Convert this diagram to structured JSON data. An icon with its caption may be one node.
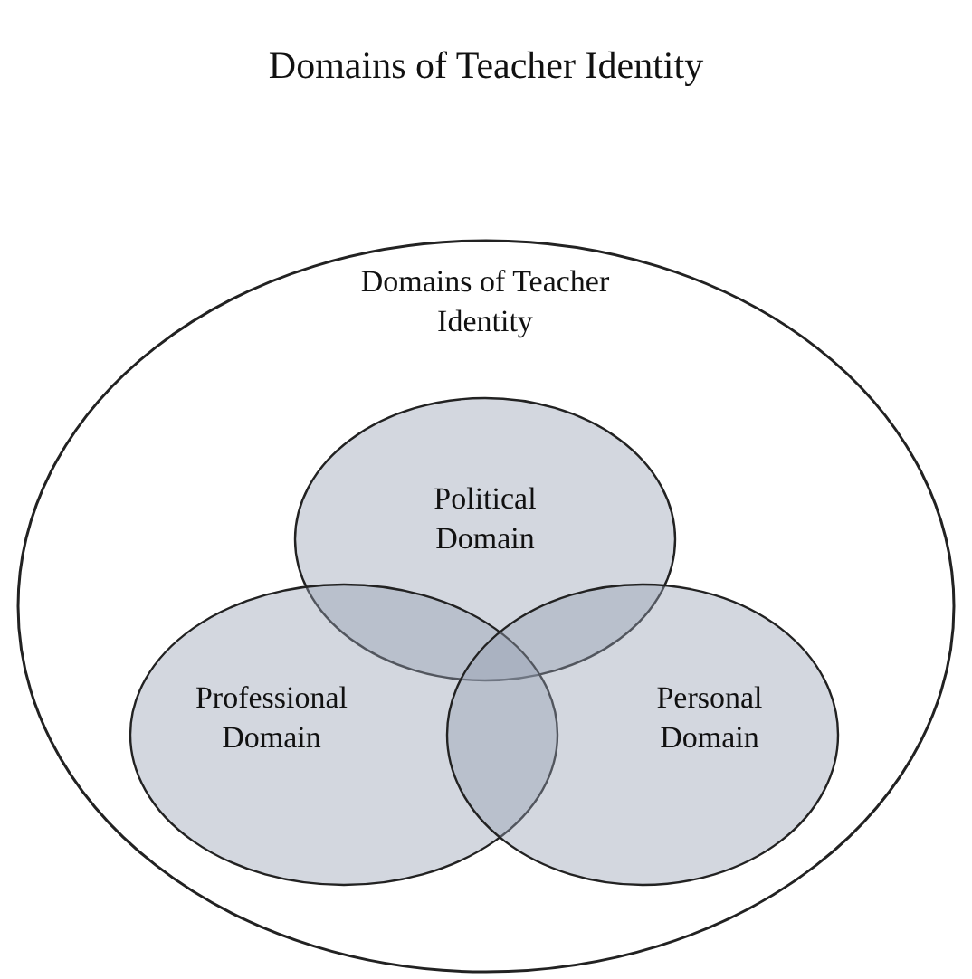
{
  "diagram": {
    "title": "Domains of Teacher Identity",
    "nodes": [
      {
        "text": [
          "Domains of Teacher Identity"
        ]
      },
      {
        "text": [
          "Political Domain"
        ],
        "in": 0
      },
      {
        "text": [
          "Professional Domain"
        ],
        "in": 0
      },
      {
        "text": [
          "Personal Domain"
        ],
        "in": 0
      }
    ]
  }
}
